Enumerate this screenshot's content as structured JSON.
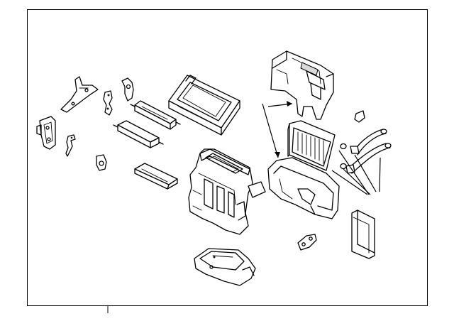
{
  "diagram": {
    "background": "#ffffff",
    "line_color": "#000000",
    "components": [
      "frame",
      "mounting-bracket",
      "small-clip",
      "retainer-clip",
      "lever-arm",
      "pivot-link",
      "actuator-link",
      "door-shaft",
      "mode-door",
      "air-mix-door",
      "filter-cover",
      "upper-duct-housing",
      "blend-door-housing",
      "evaporator-core",
      "evaporator-case",
      "heater-core-pipes",
      "seal-ring",
      "heater-core",
      "gasket",
      "lower-housing",
      "main-heater-housing"
    ]
  }
}
